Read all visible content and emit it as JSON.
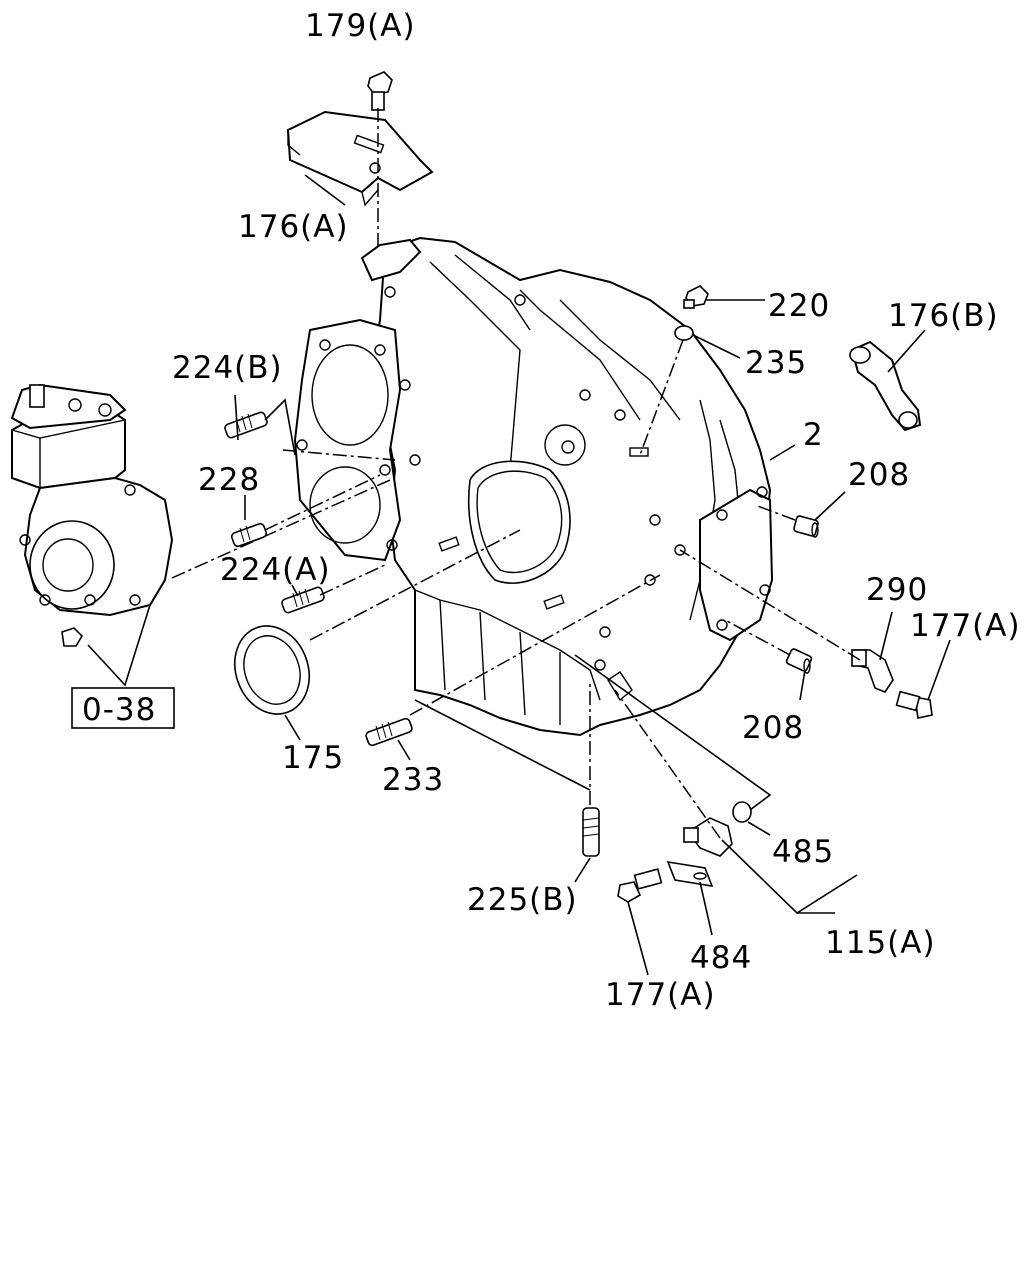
{
  "labels": {
    "l179A": "179(A)",
    "l176A": "176(A)",
    "l220": "220",
    "l235": "235",
    "l176B": "176(B)",
    "l224B": "224(B)",
    "l2": "2",
    "l208a": "208",
    "l228": "228",
    "l224A": "224(A)",
    "l290": "290",
    "l177A_right": "177(A)",
    "l038": "0-38",
    "l175": "175",
    "l233": "233",
    "l208b": "208",
    "l485": "485",
    "l225B": "225(B)",
    "l115A": "115(A)",
    "l484": "484",
    "l177A_bottom": "177(A)"
  }
}
